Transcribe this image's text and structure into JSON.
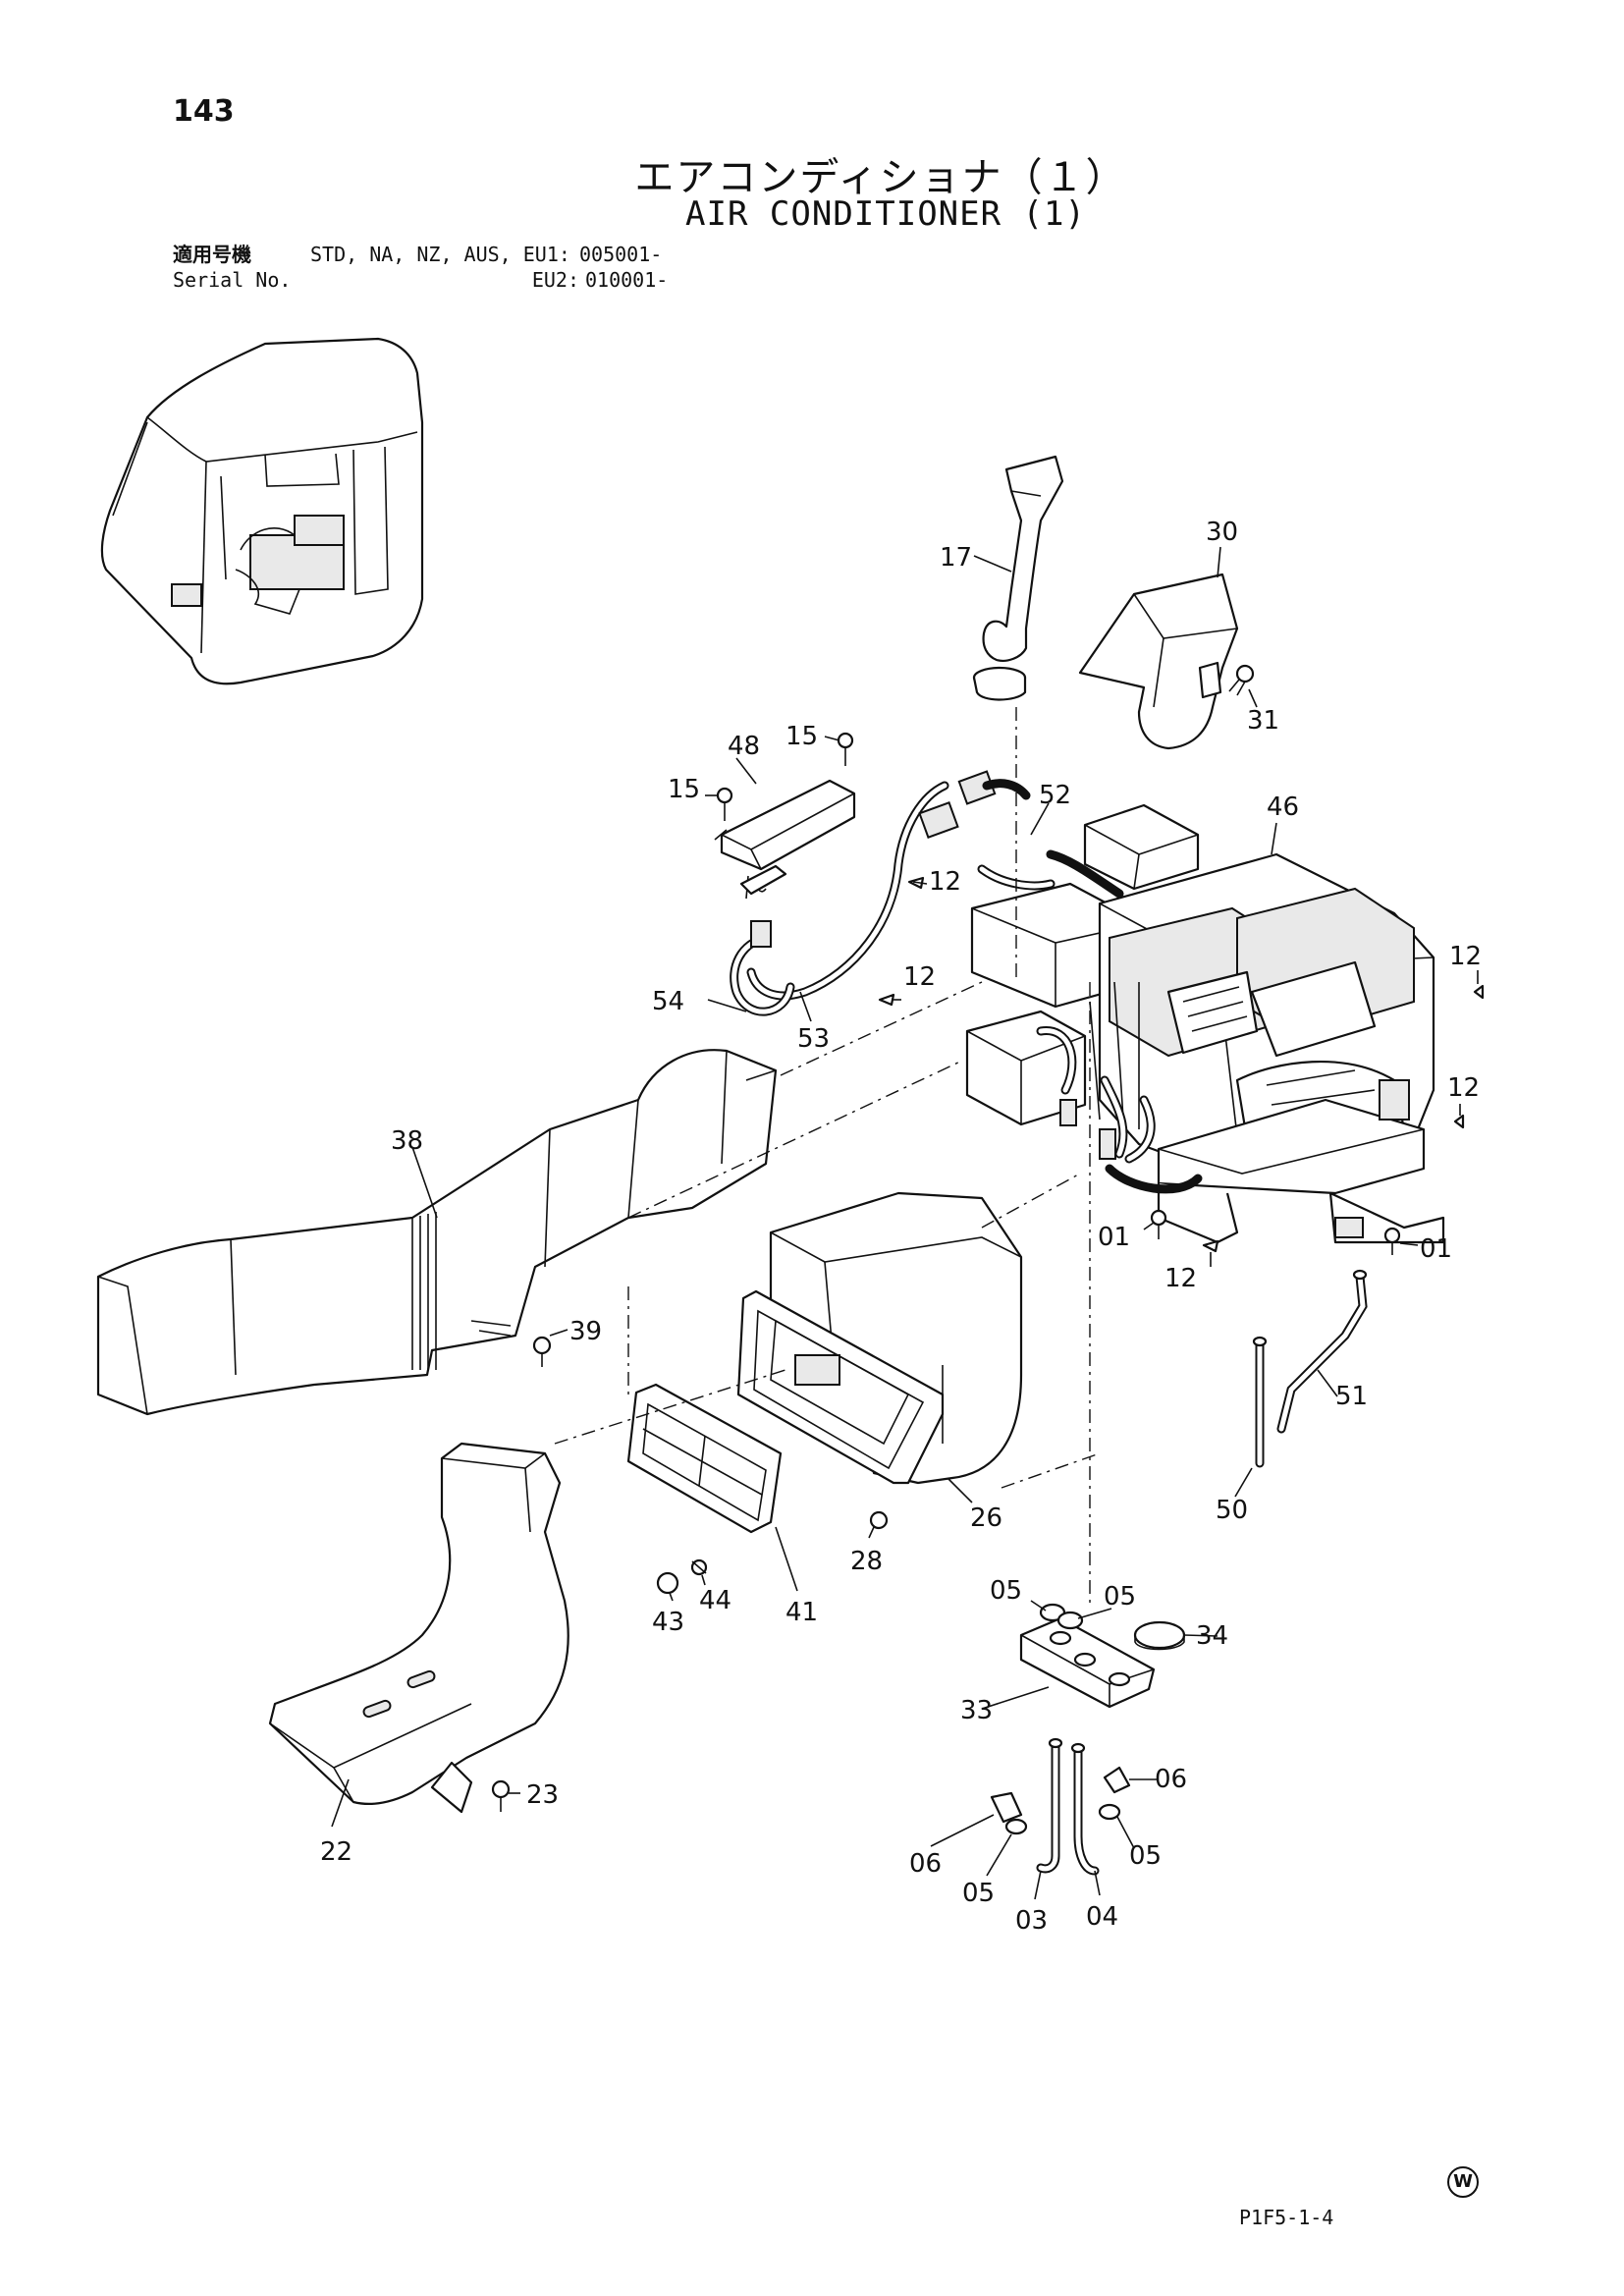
{
  "header": {
    "page_number": "143",
    "title_jp": "エアコンディショナ（１）",
    "title_en": "AIR CONDITIONER (1)"
  },
  "serial": {
    "label_jp": "適用号機",
    "label_en": "Serial No.",
    "row1_models": "STD, NA, NZ, AUS, EU1:",
    "row1_value": "005001-",
    "row2_models": "EU2:",
    "row2_value": "010001-"
  },
  "callouts": [
    {
      "id": "17",
      "label": "17"
    },
    {
      "id": "30",
      "label": "30"
    },
    {
      "id": "31",
      "label": "31"
    },
    {
      "id": "48",
      "label": "48"
    },
    {
      "id": "15a",
      "label": "15"
    },
    {
      "id": "15b",
      "label": "15"
    },
    {
      "id": "52",
      "label": "52"
    },
    {
      "id": "46",
      "label": "46"
    },
    {
      "id": "12a",
      "label": "12"
    },
    {
      "id": "12b",
      "label": "12"
    },
    {
      "id": "12c",
      "label": "12"
    },
    {
      "id": "12d",
      "label": "12"
    },
    {
      "id": "12e",
      "label": "12"
    },
    {
      "id": "54",
      "label": "54"
    },
    {
      "id": "53",
      "label": "53"
    },
    {
      "id": "38",
      "label": "38"
    },
    {
      "id": "01a",
      "label": "01"
    },
    {
      "id": "01b",
      "label": "01"
    },
    {
      "id": "39",
      "label": "39"
    },
    {
      "id": "51",
      "label": "51"
    },
    {
      "id": "50",
      "label": "50"
    },
    {
      "id": "26",
      "label": "26"
    },
    {
      "id": "28",
      "label": "28"
    },
    {
      "id": "43",
      "label": "43"
    },
    {
      "id": "44",
      "label": "44"
    },
    {
      "id": "41",
      "label": "41"
    },
    {
      "id": "05a",
      "label": "05"
    },
    {
      "id": "05b",
      "label": "05"
    },
    {
      "id": "34",
      "label": "34"
    },
    {
      "id": "33",
      "label": "33"
    },
    {
      "id": "23",
      "label": "23"
    },
    {
      "id": "22",
      "label": "22"
    },
    {
      "id": "06a",
      "label": "06"
    },
    {
      "id": "06b",
      "label": "06"
    },
    {
      "id": "05c",
      "label": "05"
    },
    {
      "id": "05d",
      "label": "05"
    },
    {
      "id": "03",
      "label": "03"
    },
    {
      "id": "04",
      "label": "04"
    }
  ],
  "footer": {
    "ref_code": "P1F5-1-4",
    "mark": "W"
  }
}
